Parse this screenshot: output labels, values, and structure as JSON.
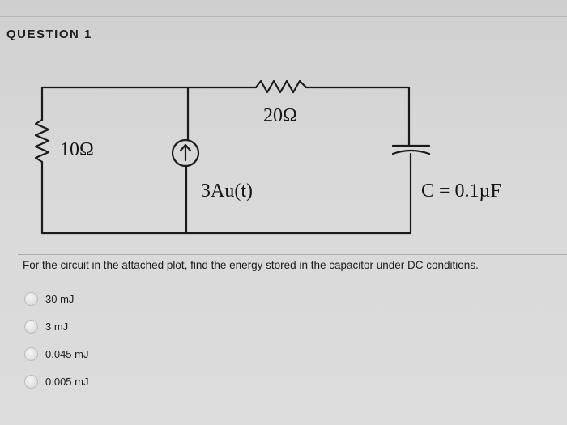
{
  "question": {
    "header": "QUESTION 1",
    "prompt": "For the circuit in the attached plot, find the energy stored in the capacitor under DC conditions."
  },
  "circuit": {
    "resistor_top_label": "20Ω",
    "resistor_left_label": "10Ω",
    "source_label": "3Au(t)",
    "capacitor_label": "C = 0.1µF"
  },
  "options": [
    {
      "label": "30 mJ",
      "selected": false
    },
    {
      "label": "3 mJ",
      "selected": false
    },
    {
      "label": "0.045 mJ",
      "selected": false
    },
    {
      "label": "0.005 mJ",
      "selected": false
    }
  ]
}
